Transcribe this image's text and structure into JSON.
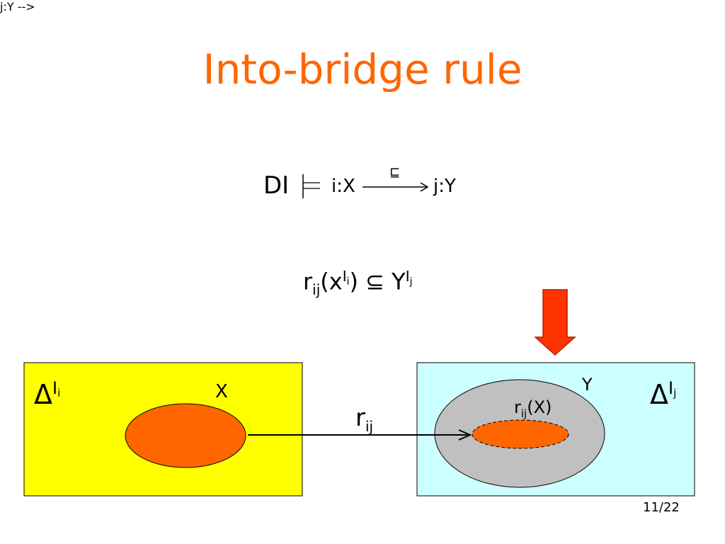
{
  "slide": {
    "title": "Into-bridge rule",
    "formula1": {
      "left": "DI",
      "source": "i:X",
      "target": "j:Y",
      "arrow_symbol": "⊑"
    },
    "formula2": {
      "r": "r",
      "r_sub": "ij",
      "open": "(x",
      "x_sup": "I",
      "x_sup_sub": "i",
      "close": ")",
      "subset": "⊆",
      "y": "Y",
      "y_sup": "I",
      "y_sup_sub": "j"
    },
    "diagram": {
      "left_domain": {
        "delta": "Δ",
        "sup": "I",
        "sub": "i",
        "set_label": "X"
      },
      "right_domain": {
        "delta": "Δ",
        "sup": "I",
        "sub": "j",
        "set_label": "Y"
      },
      "mapping_label": {
        "r": "r",
        "sub": "ij"
      },
      "image_label": {
        "r": "r",
        "sub": "ij",
        "arg": "(X)"
      },
      "colors": {
        "title": "#ff6600",
        "left_box": "#ffff00",
        "right_box": "#ccffff",
        "ellipse_orange": "#ff6600",
        "ellipse_gray": "#c0c0c0",
        "red_arrow": "#ff3300"
      }
    },
    "page_number": "11/22"
  }
}
